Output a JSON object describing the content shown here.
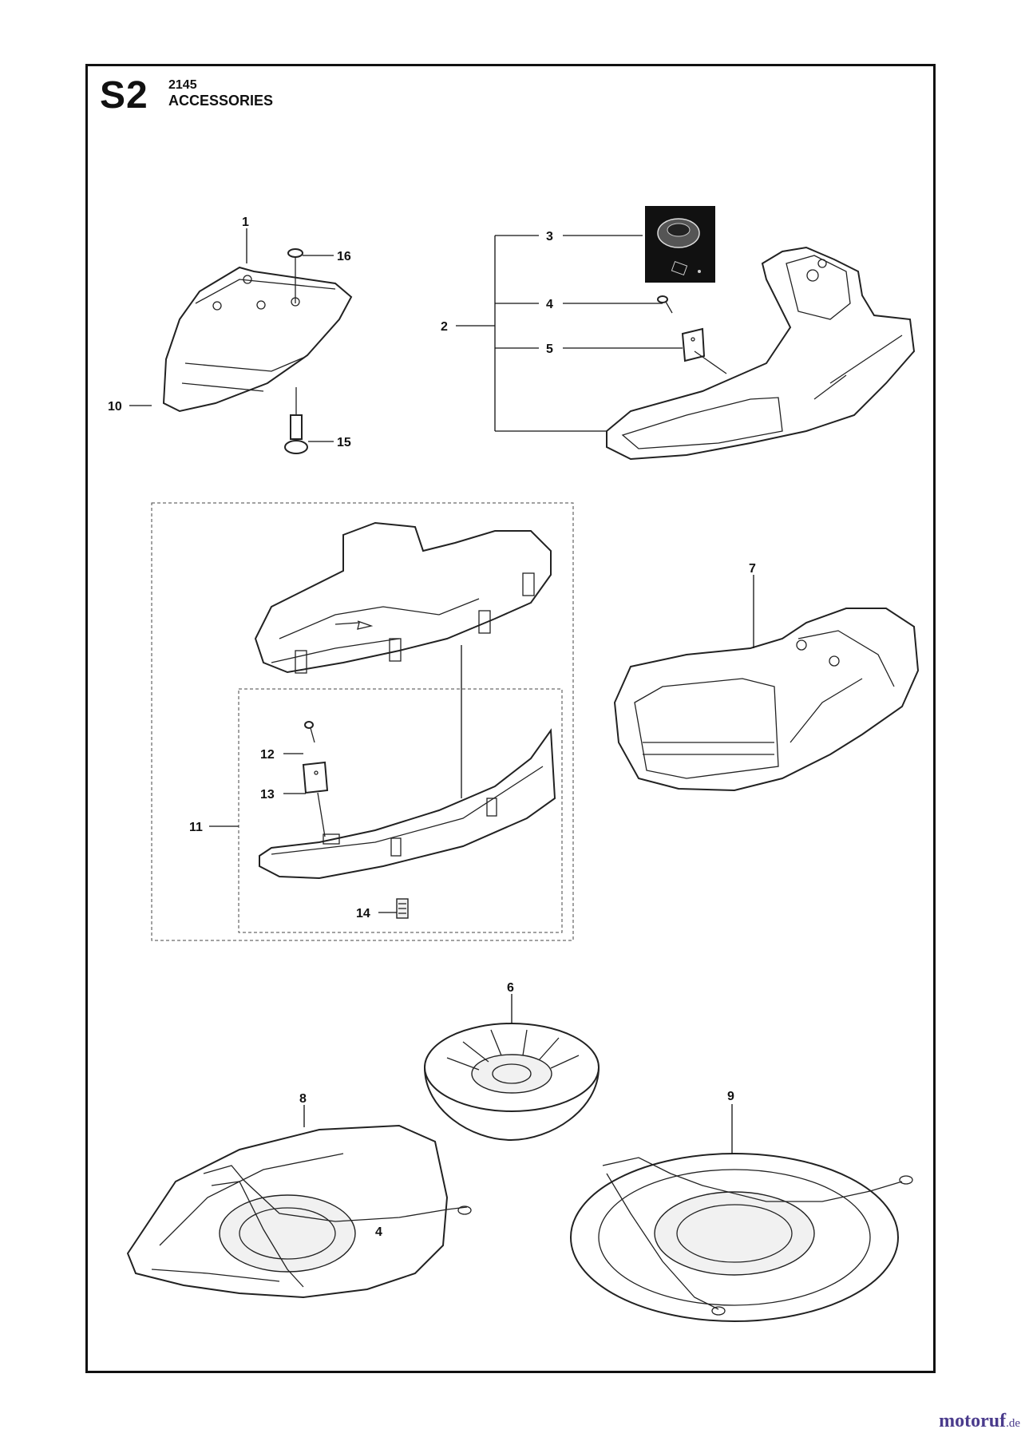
{
  "header": {
    "section_code": "S2",
    "model": "2145",
    "title": "ACCESSORIES"
  },
  "callouts": {
    "c1": "1",
    "c2": "2",
    "c3": "3",
    "c4": "4",
    "c4b": "4",
    "c5": "5",
    "c6": "6",
    "c7": "7",
    "c8": "8",
    "c9": "9",
    "c10": "10",
    "c11": "11",
    "c12": "12",
    "c13": "13",
    "c14": "14",
    "c15": "15",
    "c16": "16"
  },
  "watermark": {
    "brand": "motoruf",
    "tld": ".de"
  }
}
